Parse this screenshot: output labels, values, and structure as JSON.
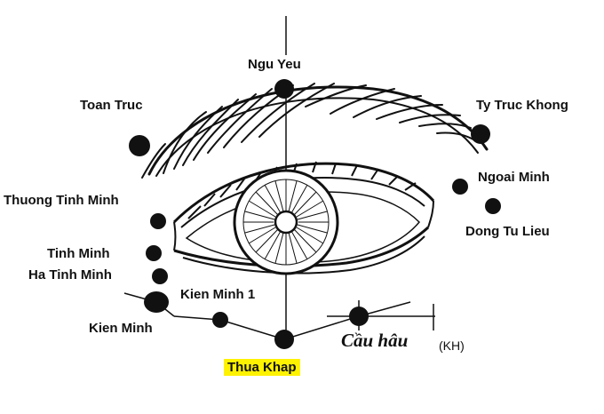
{
  "title": "Eye acupressure points diagram",
  "points": {
    "ngu_yeu": "Ngu Yeu",
    "toan_truc": "Toan Truc",
    "ty_truc_khong": "Ty Truc Khong",
    "ngoai_minh": "Ngoai Minh",
    "dong_tu_lieu": "Dong Tu Lieu",
    "thuong_tinh_minh": "Thuong Tinh Minh",
    "tinh_minh": "Tinh Minh",
    "ha_tinh_minh": "Ha Tinh Minh",
    "kien_minh_1": "Kien Minh 1",
    "kien_minh": "Kien Minh",
    "thua_khap": "Thua Khap",
    "cau_hau": "Cầu hâu",
    "cau_hau_abbr": "(KH)"
  },
  "colors": {
    "ink": "#111111",
    "highlight": "#fff200",
    "background": "#ffffff"
  }
}
